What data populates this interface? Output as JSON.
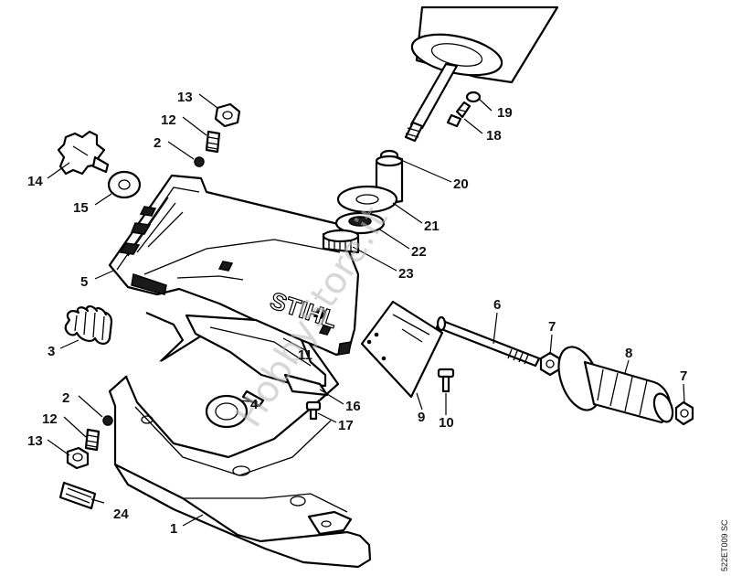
{
  "diagram": {
    "brand_text": "STIHL",
    "watermark_text": "HobbyStore.it",
    "drawing_code": "522ET009 SC",
    "callouts": [
      "1",
      "2",
      "2",
      "3",
      "4",
      "5",
      "6",
      "7",
      "7",
      "8",
      "9",
      "10",
      "11",
      "12",
      "12",
      "13",
      "13",
      "14",
      "15",
      "16",
      "17",
      "18",
      "19",
      "20",
      "21",
      "22",
      "23",
      "24"
    ]
  }
}
